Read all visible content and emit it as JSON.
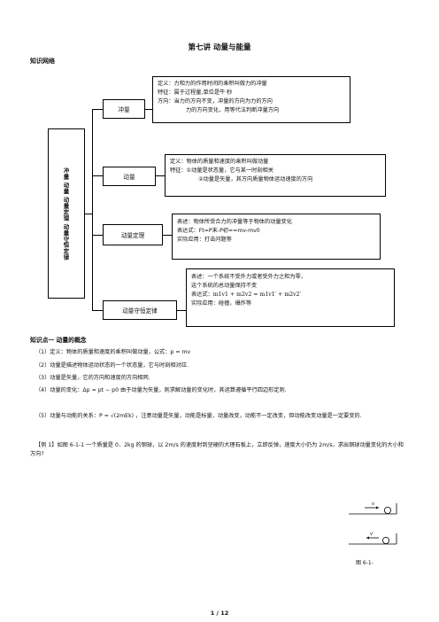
{
  "page": {
    "title": "第七讲  动量与能量",
    "section_heading": "知识网络",
    "page_number": "1 / 12"
  },
  "concept_map": {
    "root_label": "冲量  动量  动量定理  动量守恒定律",
    "nodes": [
      {
        "label": "冲量",
        "lines": [
          "定义：力和力的作用时间的乘积叫做力的冲量",
          "特征：属于过程量,单位是牛·秒",
          "方向：当力的方向不变，冲量的方向为力的方向",
          "力的方向变化，用等代法判断冲量方向"
        ]
      },
      {
        "label": "动量",
        "lines": [
          "定义：物体的质量和速度的乘积叫做动量",
          "特征：①动量是状态量，它与某一时刻相关",
          "②动量是矢量，其方向质量物体运动速度的方向"
        ]
      },
      {
        "label": "动量定理",
        "lines": [
          "表述：物体所受合力的冲量等于物体的动量变化",
          "表达式：Ft=P末-P初==mv-mv0",
          "实际应用：打击问题等"
        ]
      },
      {
        "label": "动量守恒定律",
        "lines": [
          "表述：一个系统不受外力或者受外力之和为零，",
          "这个系统的总动量保持不变",
          "表达式：m1v1 + m2v2 = m1v1′ + m2v2′",
          "实际应用：碰撞，爆炸等"
        ]
      }
    ]
  },
  "knowledge_point": {
    "heading": "知识点一  动量的概念",
    "items": [
      "（1）定义：物体的质量和速度的乘积叫做动量，公式：p = mv",
      "（2）动量是描述物体运动状态的一个状态量，它与时刻相对应.",
      "（3）动量是矢量，它的方向和速度的方向相同.",
      "（4）动量的变化：Δp = pt − p0  由于动量为矢量，则求解动量的变化时，其运算遵循平行四边形定则.",
      "（5）动量与动能的关系：P = √(2mEk) ，注意动量是矢量，动能是标量，动量改变，动能不一定改变，但动能改变动量是一定要变的."
    ]
  },
  "example": {
    "text": "【例 1】如图 6-1-1 一个质量是 0．2kg 的钢球，以 2m/s 的速度射到坚硬的大理石板上，立即反弹，速度大小仍为 2m/s，求出钢球动量变化的大小和方向?",
    "figure_label": "图 6-1-",
    "v_label": "v",
    "v_prime_label": "v′"
  }
}
